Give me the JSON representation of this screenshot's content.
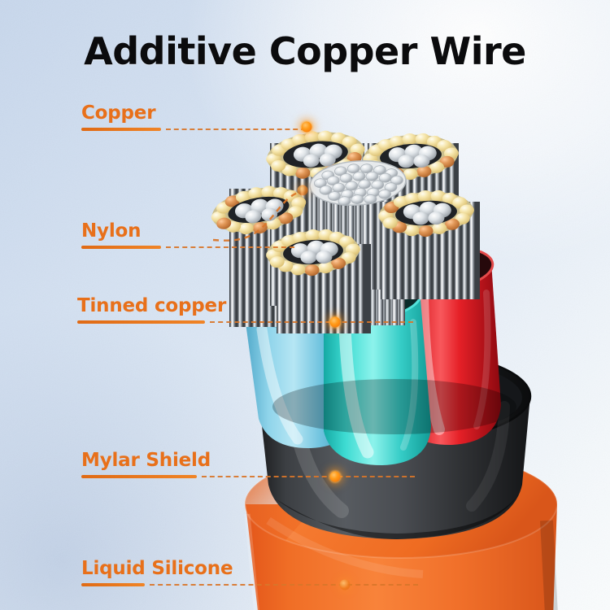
{
  "page": {
    "title": "Additive Copper Wire",
    "background_top": "#fafcfd",
    "background_bottom": "#c9d8ec",
    "accent": "#e8701a"
  },
  "callouts": [
    {
      "id": "copper",
      "label": "Copper"
    },
    {
      "id": "nylon",
      "label": "Nylon"
    },
    {
      "id": "tinned-copper",
      "label": "Tinned copper"
    },
    {
      "id": "mylar-shield",
      "label": "Mylar Shield"
    },
    {
      "id": "liquid-silicone",
      "label": "Liquid Silicone"
    }
  ],
  "cable": {
    "jacket_color": "#ef6c22",
    "shield_color": "#2f3134",
    "conductor_sheaths": [
      {
        "name": "light-blue",
        "color": "#7fcbe4"
      },
      {
        "name": "cyan",
        "color": "#33d6cf"
      },
      {
        "name": "red",
        "color": "#e01b20"
      }
    ],
    "nylon_ring_color": "#f3e3a6",
    "copper_strand_color": "#d98a4a",
    "tinned_strand_color": "#cfd4d8"
  }
}
